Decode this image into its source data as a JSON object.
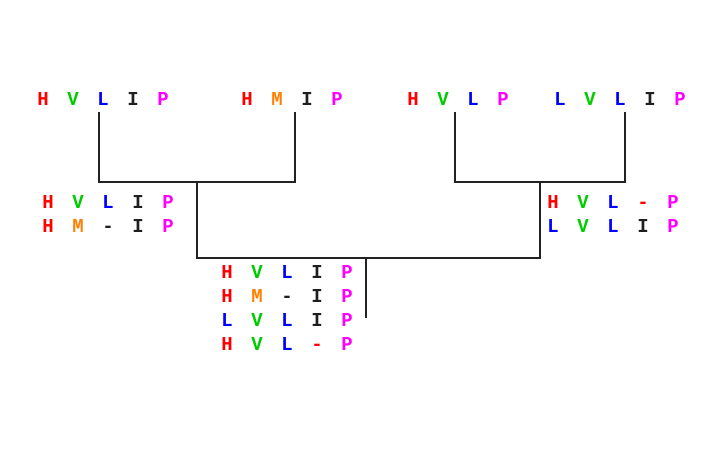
{
  "figure": {
    "kind": "progressive-multiple-sequence-alignment-tree",
    "background_color": "#ffffff",
    "line_color": "#222222"
  },
  "palette": {
    "red": "#ff0000",
    "green": "#00cc00",
    "blue": "#0000ff",
    "black": "#1f1f1f",
    "magenta": "#ff00ff",
    "orange": "#ff8000"
  },
  "leaf_sequences": [
    {
      "label": "H V L I P",
      "chars": [
        {
          "c": "H",
          "k": "red"
        },
        {
          "c": "V",
          "k": "green"
        },
        {
          "c": "L",
          "k": "blue"
        },
        {
          "c": "I",
          "k": "black"
        },
        {
          "c": "P",
          "k": "magenta"
        }
      ]
    },
    {
      "label": "H M I P",
      "chars": [
        {
          "c": "H",
          "k": "red"
        },
        {
          "c": "M",
          "k": "orange"
        },
        {
          "c": "I",
          "k": "black"
        },
        {
          "c": "P",
          "k": "magenta"
        }
      ]
    },
    {
      "label": "H V L P",
      "chars": [
        {
          "c": "H",
          "k": "red"
        },
        {
          "c": "V",
          "k": "green"
        },
        {
          "c": "L",
          "k": "blue"
        },
        {
          "c": "P",
          "k": "magenta"
        }
      ]
    },
    {
      "label": "L V L I P",
      "chars": [
        {
          "c": "L",
          "k": "blue"
        },
        {
          "c": "V",
          "k": "green"
        },
        {
          "c": "L",
          "k": "blue"
        },
        {
          "c": "I",
          "k": "black"
        },
        {
          "c": "P",
          "k": "magenta"
        }
      ]
    }
  ],
  "pairwise_alignments": [
    {
      "label": "H V L I P / H M - I P",
      "rows": [
        [
          {
            "c": "H",
            "k": "red"
          },
          {
            "c": "V",
            "k": "green"
          },
          {
            "c": "L",
            "k": "blue"
          },
          {
            "c": "I",
            "k": "black"
          },
          {
            "c": "P",
            "k": "magenta"
          }
        ],
        [
          {
            "c": "H",
            "k": "red"
          },
          {
            "c": "M",
            "k": "orange"
          },
          {
            "c": "-",
            "k": "black"
          },
          {
            "c": "I",
            "k": "black"
          },
          {
            "c": "P",
            "k": "magenta"
          }
        ]
      ]
    },
    {
      "label": "H V L - P / L V L I P",
      "rows": [
        [
          {
            "c": "H",
            "k": "red"
          },
          {
            "c": "V",
            "k": "green"
          },
          {
            "c": "L",
            "k": "blue"
          },
          {
            "c": "-",
            "k": "red"
          },
          {
            "c": "P",
            "k": "magenta"
          }
        ],
        [
          {
            "c": "L",
            "k": "blue"
          },
          {
            "c": "V",
            "k": "green"
          },
          {
            "c": "L",
            "k": "blue"
          },
          {
            "c": "I",
            "k": "black"
          },
          {
            "c": "P",
            "k": "magenta"
          }
        ]
      ]
    }
  ],
  "final_alignment": {
    "label": "H V L I P / H M - I P / L V L I P / H V L - P",
    "rows": [
      [
        {
          "c": "H",
          "k": "red"
        },
        {
          "c": "V",
          "k": "green"
        },
        {
          "c": "L",
          "k": "blue"
        },
        {
          "c": "I",
          "k": "black"
        },
        {
          "c": "P",
          "k": "magenta"
        }
      ],
      [
        {
          "c": "H",
          "k": "red"
        },
        {
          "c": "M",
          "k": "orange"
        },
        {
          "c": "-",
          "k": "black"
        },
        {
          "c": "I",
          "k": "black"
        },
        {
          "c": "P",
          "k": "magenta"
        }
      ],
      [
        {
          "c": "L",
          "k": "blue"
        },
        {
          "c": "V",
          "k": "green"
        },
        {
          "c": "L",
          "k": "blue"
        },
        {
          "c": "I",
          "k": "black"
        },
        {
          "c": "P",
          "k": "magenta"
        }
      ],
      [
        {
          "c": "H",
          "k": "red"
        },
        {
          "c": "V",
          "k": "green"
        },
        {
          "c": "L",
          "k": "blue"
        },
        {
          "c": "-",
          "k": "red"
        },
        {
          "c": "P",
          "k": "magenta"
        }
      ]
    ]
  }
}
